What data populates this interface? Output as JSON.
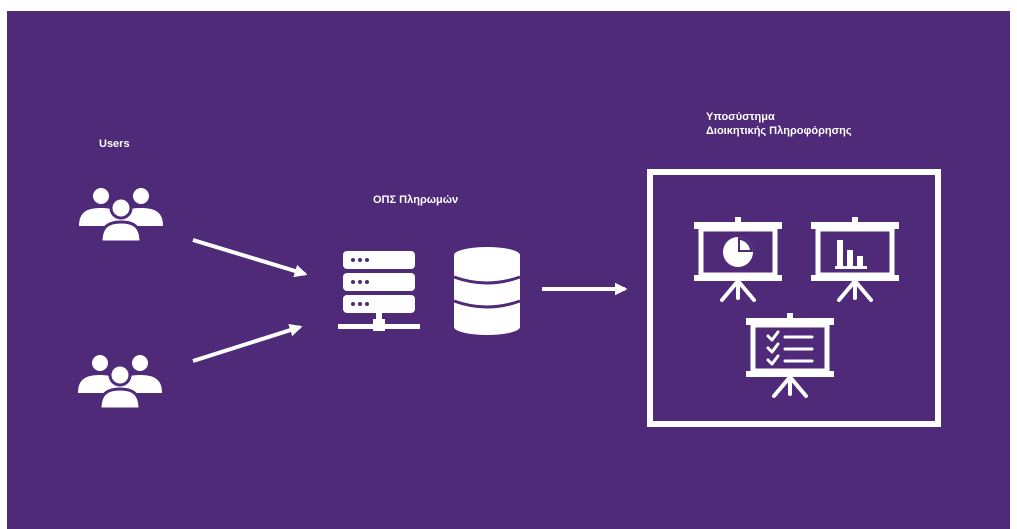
{
  "colors": {
    "background": "#4e2a79",
    "foreground": "#ffffff"
  },
  "labels": {
    "users": "Users",
    "ops": "ΟΠΣ Πληρωμών",
    "subsystem_line1": "Υποσύστημα",
    "subsystem_line2": "Διοικητικής Πληροφόρησης"
  },
  "icons": [
    "users-group-icon",
    "users-group-icon",
    "server-rack-icon",
    "database-icon",
    "presentation-pie-chart-icon",
    "presentation-bar-chart-icon",
    "presentation-checklist-icon"
  ]
}
